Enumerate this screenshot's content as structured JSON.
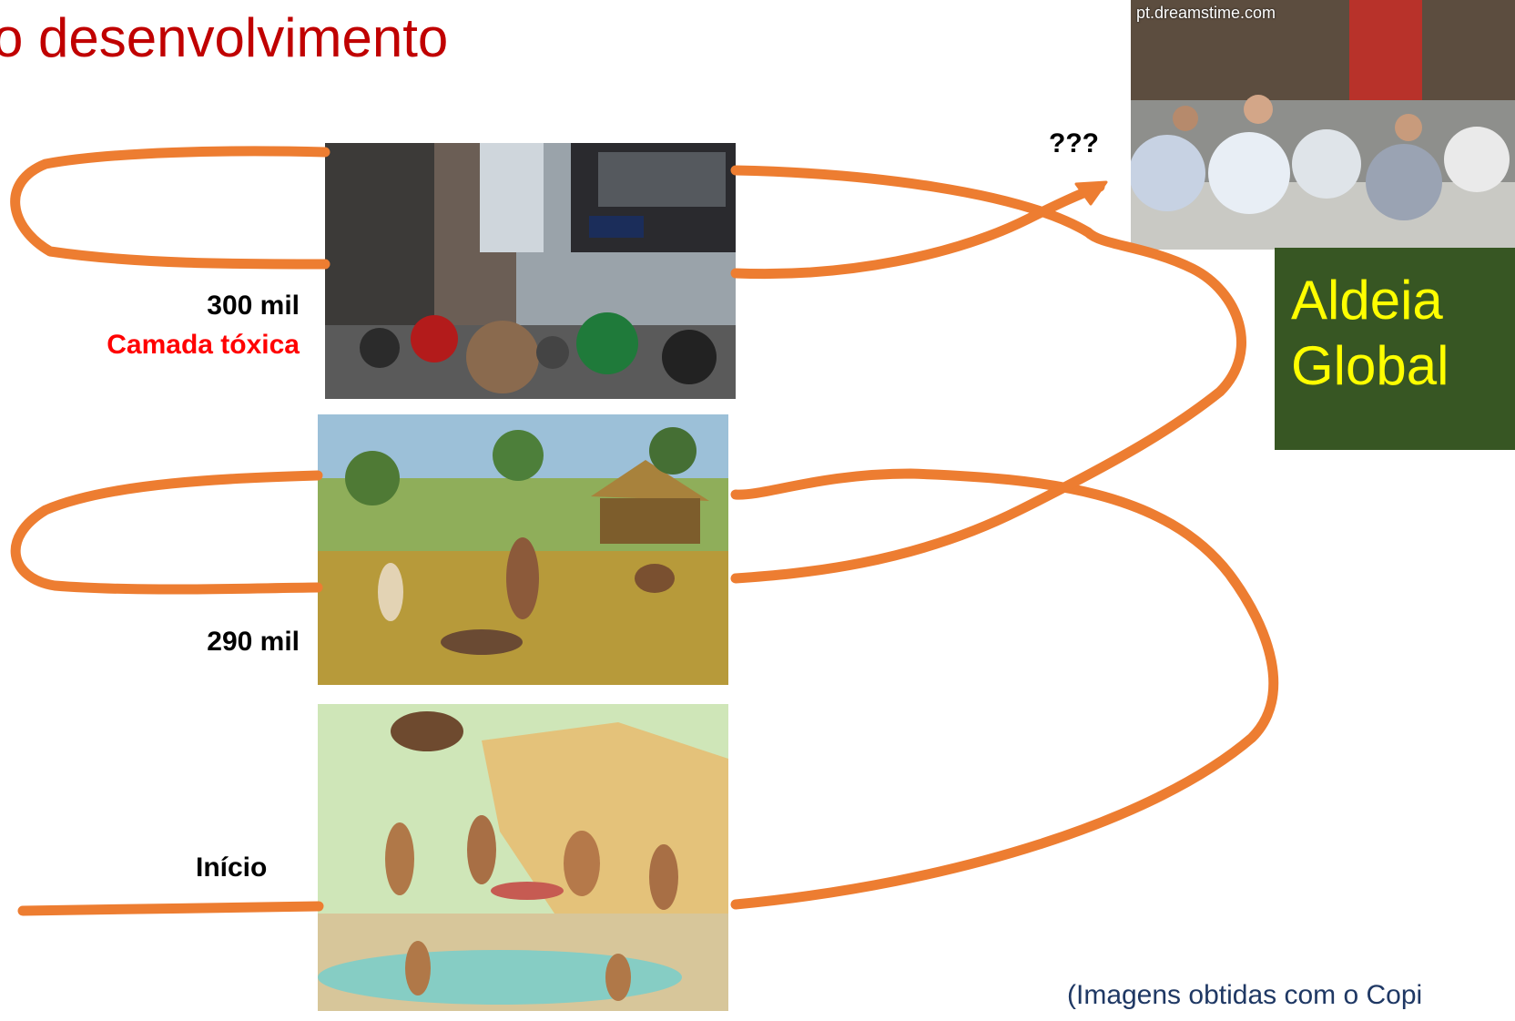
{
  "slide": {
    "title": "o desenvolvimento",
    "labels": {
      "stage_300": "300 mil",
      "toxic_layer": "Camada tóxica",
      "stage_290": "290 mil",
      "start": "Início",
      "unknown": "???"
    },
    "watermark": "pt.dreamstime.com",
    "box": {
      "line1": "Aldeia",
      "line2": "Global"
    },
    "footer": "(Imagens obtidas com o Copi"
  },
  "colors": {
    "title": "#c00000",
    "toxic": "#ff0000",
    "curve": "#ed7d31",
    "box_background": "#375623",
    "box_text": "#ffff00",
    "footer": "#1f3864"
  },
  "images": [
    {
      "name": "modern-city-crowd-photo",
      "icon": "photo-city-street"
    },
    {
      "name": "neolithic-village-illustration",
      "icon": "photo-village"
    },
    {
      "name": "prehistoric-hunters-illustration",
      "icon": "photo-cave-people"
    },
    {
      "name": "global-crowd-photo",
      "icon": "photo-crowd"
    }
  ]
}
